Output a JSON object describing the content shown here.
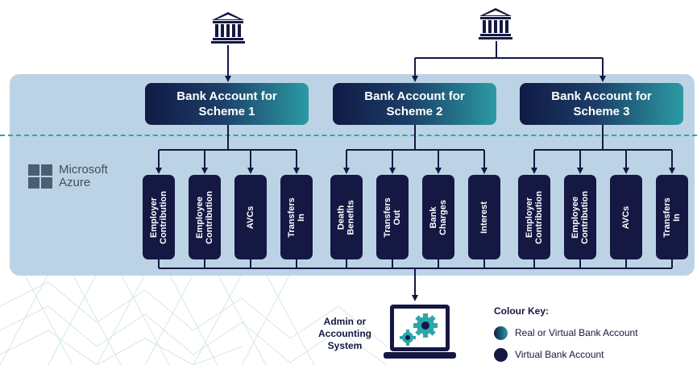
{
  "colors": {
    "panel_bg": "#bcd3e6",
    "divider": "#2aa7a9",
    "virtual_account": "#141843",
    "real_or_virtual_gradient": [
      "#101a45",
      "#2b9aa3"
    ],
    "connector": "#141843"
  },
  "icons": {
    "bank": "bank-building-icon",
    "azure": "windows-grid-logo",
    "admin": "laptop-gears-icon"
  },
  "accounts": [
    {
      "label": "Bank Account for Scheme 1"
    },
    {
      "label": "Bank Account for Scheme 2"
    },
    {
      "label": "Bank Account for Scheme 3"
    }
  ],
  "sub_accounts": [
    [
      "Employer\nContribution",
      "Employee\nContribution",
      "AVCs",
      "Transfers In"
    ],
    [
      "Death\nBenefits",
      "Transfers Out",
      "Bank Charges",
      "Interest"
    ],
    [
      "Employer\nContribution",
      "Employee\nContribution",
      "AVCs",
      "Transfers In"
    ]
  ],
  "platform": {
    "label": "Microsoft\nAzure"
  },
  "admin": {
    "label": "Admin or\nAccounting\nSystem"
  },
  "colour_key": {
    "title": "Colour Key:",
    "items": [
      {
        "label": "Real or Virtual Bank Account"
      },
      {
        "label": "Virtual Bank Account"
      }
    ]
  }
}
